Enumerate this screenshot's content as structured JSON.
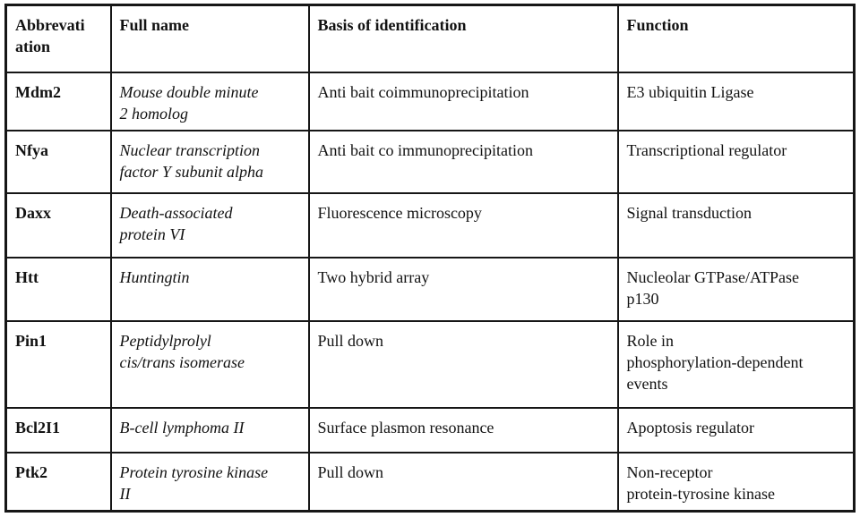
{
  "table": {
    "columns": [
      {
        "label": "Abbrevati\nation"
      },
      {
        "label": "Full name"
      },
      {
        "label": "Basis of identification"
      },
      {
        "label": "Function"
      }
    ],
    "rows": [
      {
        "abbreviation": "Mdm2",
        "full_name": "Mouse double minute\n2 homolog",
        "basis": "Anti bait coimmunoprecipitation",
        "function": "E3 ubiquitin Ligase"
      },
      {
        "abbreviation": "Nfya",
        "full_name": "Nuclear transcription\nfactor Y subunit alpha",
        "basis": "Anti bait co immunoprecipitation",
        "function": "Transcriptional regulator"
      },
      {
        "abbreviation": "Daxx",
        "full_name": "Death-associated\nprotein VI",
        "basis": "Fluorescence microscopy",
        "function": "Signal transduction"
      },
      {
        "abbreviation": "Htt",
        "full_name": "Huntingtin",
        "basis": "Two hybrid array",
        "function": "Nucleolar GTPase/ATPase\np130"
      },
      {
        "abbreviation": "Pin1",
        "full_name": "Peptidylprolyl\ncis/trans isomerase",
        "basis": "Pull down",
        "function": "Role in\nphosphorylation-dependent\nevents"
      },
      {
        "abbreviation": "Bcl2I1",
        "full_name": "B-cell lymphoma II",
        "basis": "Surface plasmon resonance",
        "function": "Apoptosis regulator"
      },
      {
        "abbreviation": "Ptk2",
        "full_name": "Protein tyrosine kinase\nII",
        "basis": "Pull down",
        "function": "Non-receptor\nprotein-tyrosine kinase"
      }
    ],
    "colors": {
      "border": "#161616",
      "text": "#121212",
      "background": "#ffffff"
    }
  }
}
